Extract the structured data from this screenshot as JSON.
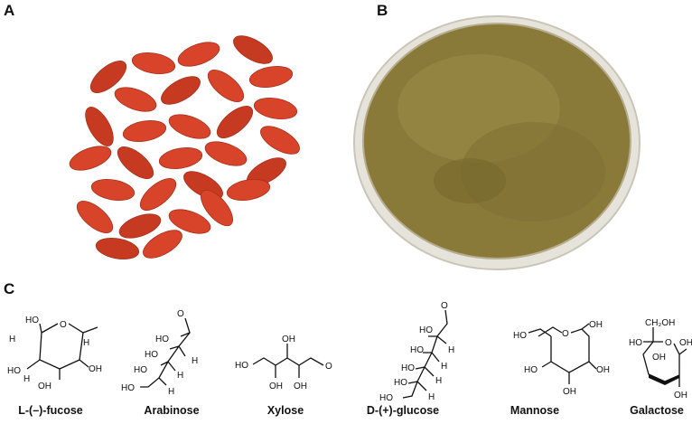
{
  "panels": {
    "a": "A",
    "b": "B",
    "c": "C"
  },
  "colors": {
    "berry": "#d8442a",
    "powder": "#8a7a3a",
    "dish_rim": "#d9d6cc"
  },
  "structures": [
    {
      "name": "L-(–)-fucose",
      "atoms": [
        "HO",
        "O",
        "H",
        "HO",
        "H",
        "OH",
        "H",
        "OH"
      ]
    },
    {
      "name": "Arabinose",
      "atoms": [
        "O",
        "HO",
        "H",
        "HO",
        "H",
        "HO",
        "H",
        "HO"
      ]
    },
    {
      "name": "Xylose",
      "atoms": [
        "OH",
        "HO",
        "O",
        "OH",
        "OH"
      ]
    },
    {
      "name": "D-(+)-glucose",
      "atoms": [
        "O",
        "HO",
        "H",
        "HO",
        "H",
        "HO",
        "H",
        "HO",
        "H",
        "HO"
      ]
    },
    {
      "name": "Mannose",
      "atoms": [
        "HO",
        "O",
        "OH",
        "HO",
        "OH",
        "OH"
      ]
    },
    {
      "name": "Galactose",
      "atoms": [
        "CH₂OH",
        "HO",
        "O",
        "OH",
        "OH",
        "OH"
      ]
    }
  ]
}
